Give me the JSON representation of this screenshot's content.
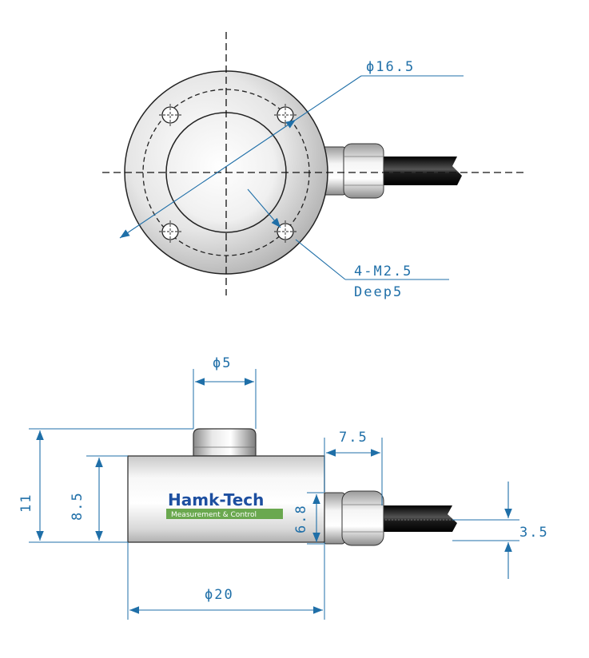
{
  "colors": {
    "dimension": "#1f6fa8",
    "line": "#111111",
    "logo_blue": "#1d4fa0",
    "logo_green": "#6aa84f",
    "metal_light": "#f4f4f4",
    "metal_dark": "#9a9a9a",
    "cable": "#1a1a1a"
  },
  "top_view": {
    "bolt_circle_label": "ϕ16.5",
    "thread_label": "4-M2.5",
    "depth_label": "Deep5"
  },
  "side_view": {
    "button_dia_label": "ϕ5",
    "total_height_label": "11",
    "body_height_label": "8.5",
    "connector_height_label": "6.8",
    "connector_length_label": "7.5",
    "cable_dia_label": "3.5",
    "body_dia_label": "ϕ20"
  },
  "logo": {
    "brand": "Hamk-Tech",
    "tagline": "Measurement & Control"
  }
}
